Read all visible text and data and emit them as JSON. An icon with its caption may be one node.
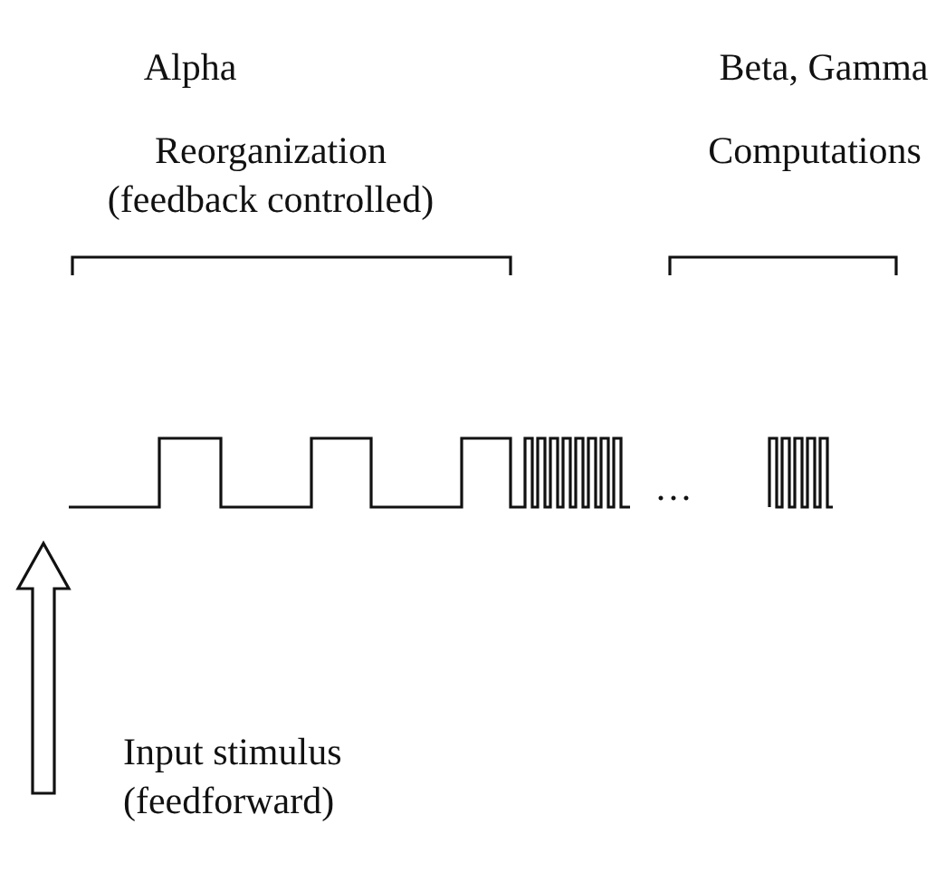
{
  "diagram": {
    "labels": [
      "Alpha",
      "Beta, Gamma",
      "Reorganization (feedback controlled)",
      "Computations",
      "···",
      "Input stimulus (feedforward)"
    ]
  }
}
